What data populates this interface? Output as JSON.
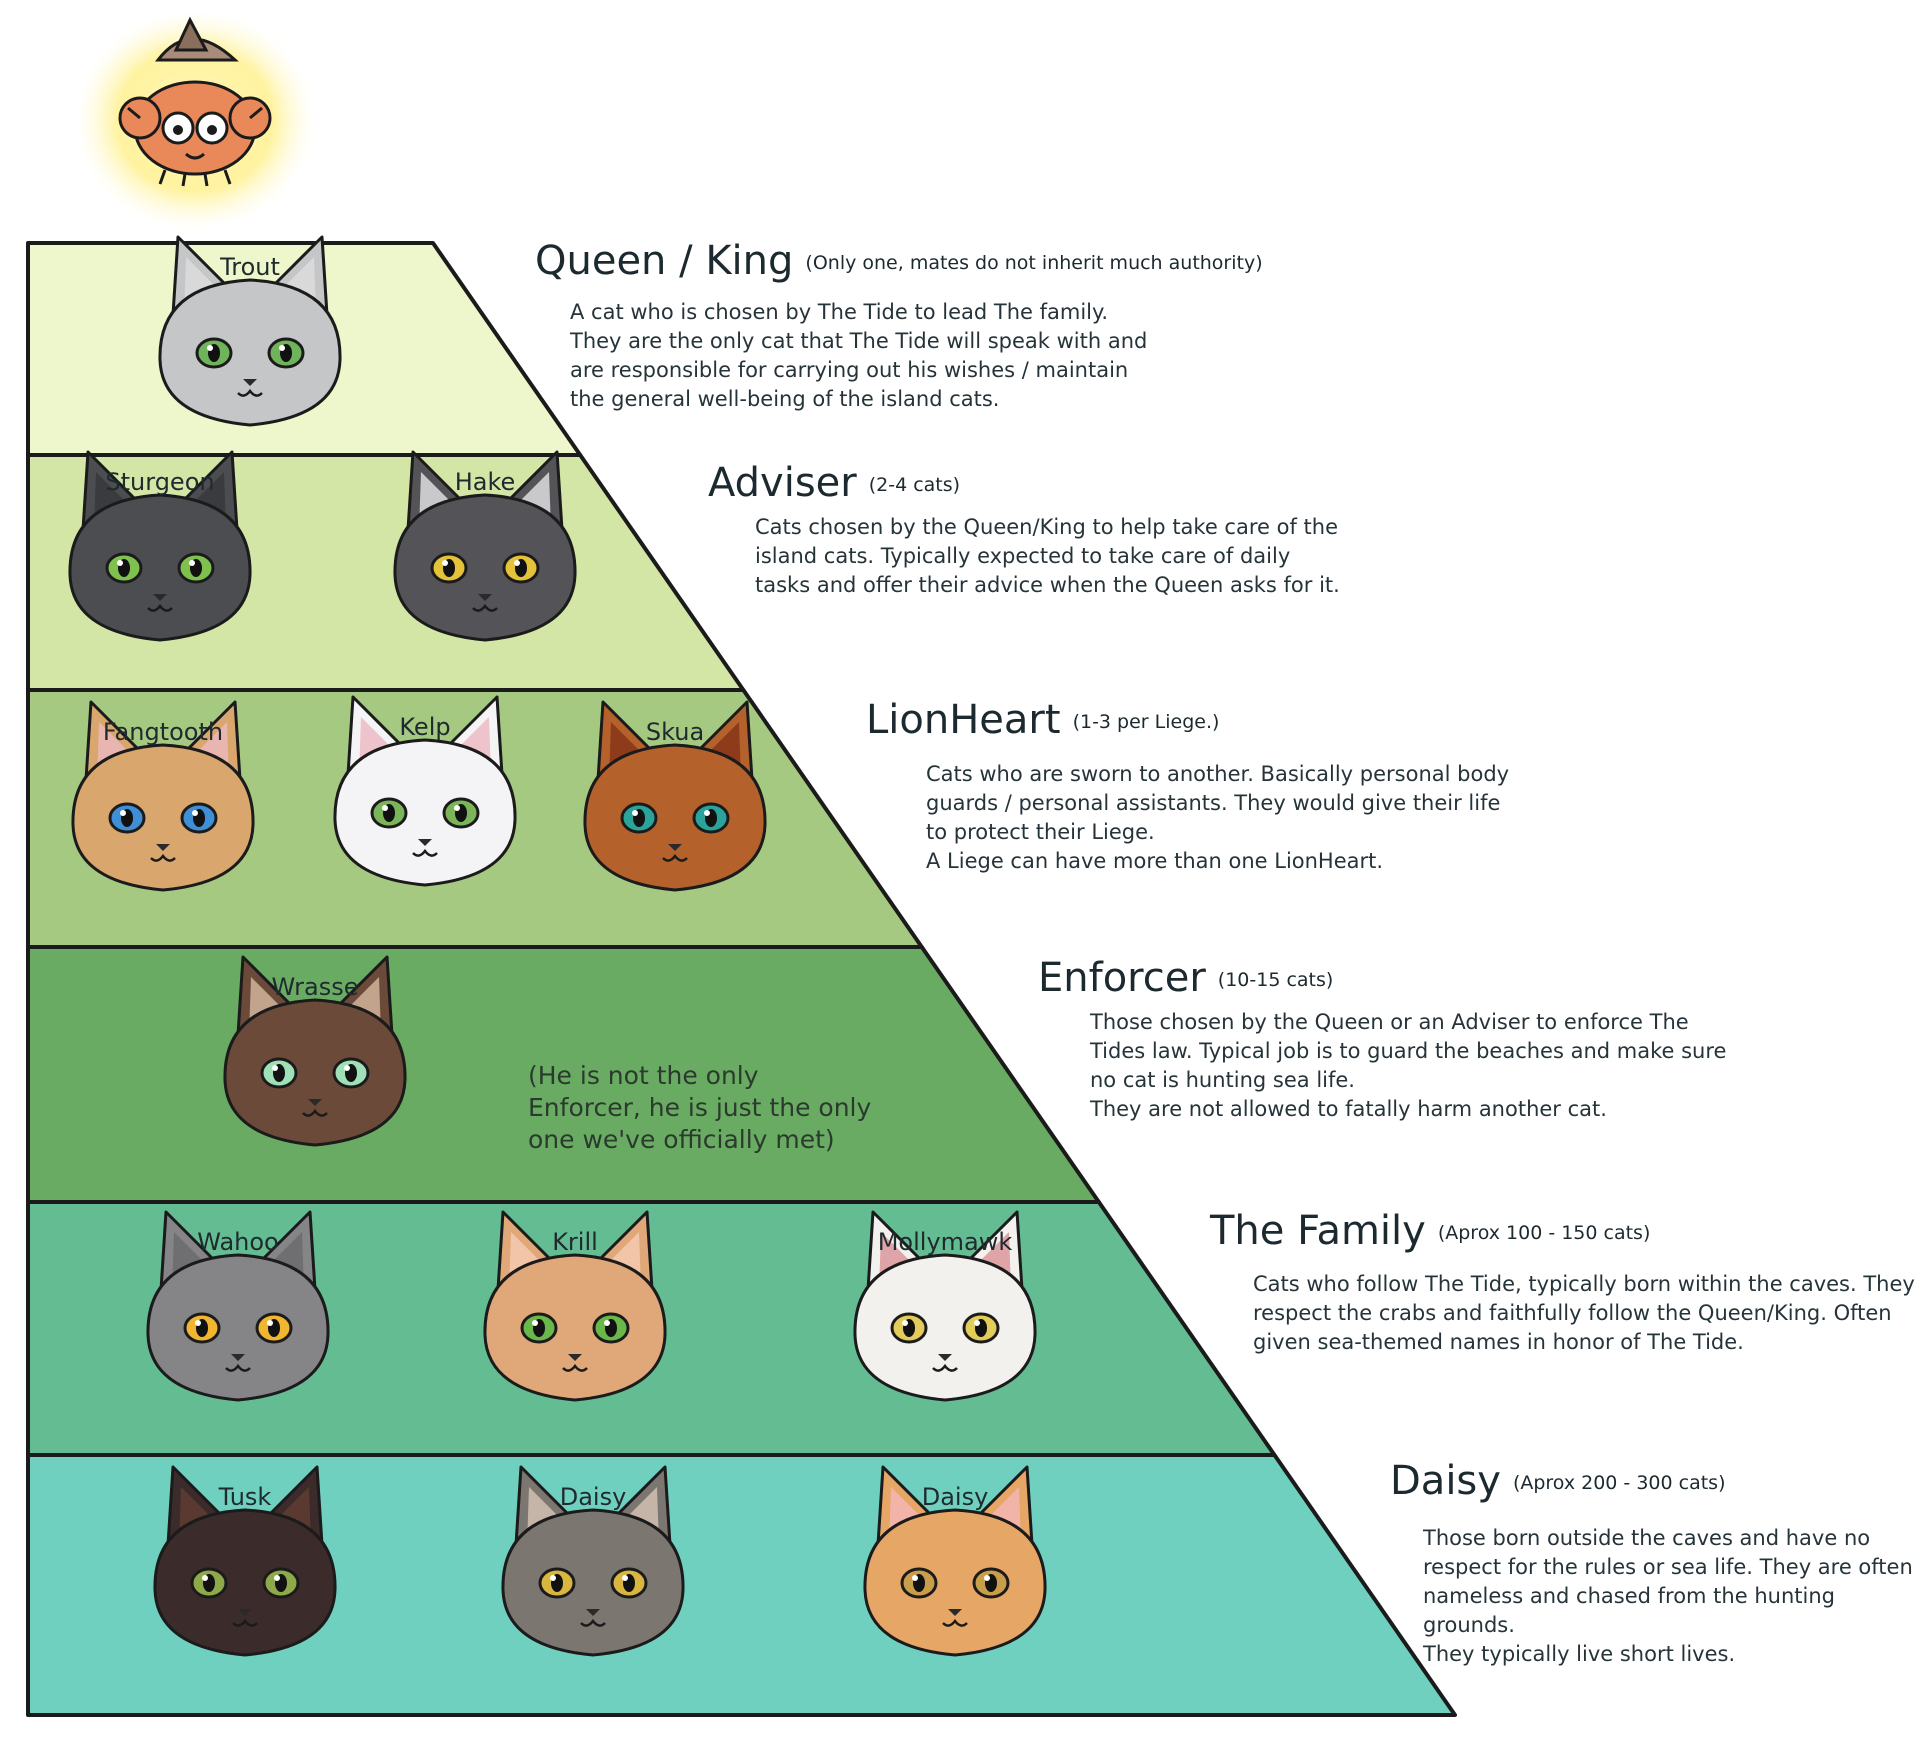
{
  "colors": {
    "outline": "#1b1b1b",
    "tier_fills": [
      "#eef6cc",
      "#d3e6a6",
      "#a6c981",
      "#6aab63",
      "#64bc92",
      "#70d0c0"
    ],
    "crab_shell": "#e9895a",
    "crab_glow": "#fff3a8",
    "text": "#1f2a2e"
  },
  "icons": {
    "mascot": "crab-icon",
    "portrait": "cat-face-icon"
  },
  "tiers": [
    {
      "title": "Queen / King",
      "count": "(Only one, mates do not inherit much authority)",
      "description": "A cat who is chosen by The Tide to lead The family.\nThey are the only cat that The Tide will speak with and\nare responsible for carrying out his wishes / maintain\n the general well-being of the island cats.",
      "cats": [
        {
          "name": "Trout",
          "fur": "#c4c6c8",
          "ear": "#d9d9d9",
          "eye": "#6fb35a"
        }
      ]
    },
    {
      "title": "Adviser",
      "count": "(2-4 cats)",
      "description": "Cats chosen by the Queen/King to help take care of the\nisland cats. Typically expected to take care of daily\ntasks and offer their advice when the Queen asks for it.",
      "cats": [
        {
          "name": "Sturgeon",
          "fur": "#4b4d50",
          "ear": "#3a3b3e",
          "eye": "#7fc04f"
        },
        {
          "name": "Hake",
          "fur": "#545458",
          "ear": "#c9c9cc",
          "eye": "#e4c23a"
        }
      ]
    },
    {
      "title": "LionHeart",
      "count": "(1-3 per Liege.)",
      "description": "Cats who are sworn to another. Basically personal body\nguards / personal assistants. They would give their life\nto protect their Liege.\nA Liege can have more than one LionHeart.",
      "cats": [
        {
          "name": "Fangtooth",
          "fur": "#d9a66e",
          "ear": "#e8b5b0",
          "eye": "#3f8fd6"
        },
        {
          "name": "Kelp",
          "fur": "#f4f4f6",
          "ear": "#efc3cb",
          "eye": "#7ab55a"
        },
        {
          "name": "Skua",
          "fur": "#b5612c",
          "ear": "#8e3b1c",
          "eye": "#2aa39a"
        }
      ]
    },
    {
      "title": "Enforcer",
      "count": "(10-15 cats)",
      "description": "Those chosen by the Queen or an Adviser to enforce The\nTides law. Typical job is to guard the beaches and make sure\nno cat is hunting sea life.\nThey are not allowed to fatally harm another cat.",
      "note": "(He is not the only\nEnforcer, he is just the only\none we've officially met)",
      "cats": [
        {
          "name": "Wrasse",
          "fur": "#6b4a3a",
          "ear": "#c2a38c",
          "eye": "#9fe0b6"
        }
      ]
    },
    {
      "title": "The Family",
      "count": "(Aprox 100 - 150 cats)",
      "description": "Cats who follow The Tide, typically born within the caves. They\nrespect the crabs and faithfully follow the Queen/King. Often\ngiven sea-themed names in honor of The Tide.",
      "cats": [
        {
          "name": "Wahoo",
          "fur": "#858587",
          "ear": "#6f6f72",
          "eye": "#f0b630"
        },
        {
          "name": "Krill",
          "fur": "#e0a878",
          "ear": "#f2c4a8",
          "eye": "#6ab84a"
        },
        {
          "name": "Mollymawk",
          "fur": "#f3f1ee",
          "ear": "#dfa4a8",
          "eye": "#e3cc5a"
        }
      ]
    },
    {
      "title": "Daisy",
      "count": "(Aprox 200 - 300 cats)",
      "description": "Those born outside the caves and have no\nrespect for the rules or sea life. They are often\nnameless and chased from the hunting grounds.\n   They typically live short lives.",
      "cats": [
        {
          "name": "Tusk",
          "fur": "#3b2b2a",
          "ear": "#5a3a30",
          "eye": "#8fa84a"
        },
        {
          "name": "Daisy",
          "fur": "#7c7670",
          "ear": "#c4b5a8",
          "eye": "#d9b640"
        },
        {
          "name": "Daisy",
          "fur": "#e6a766",
          "ear": "#f2b3a8",
          "eye": "#c99e4a"
        }
      ]
    }
  ]
}
